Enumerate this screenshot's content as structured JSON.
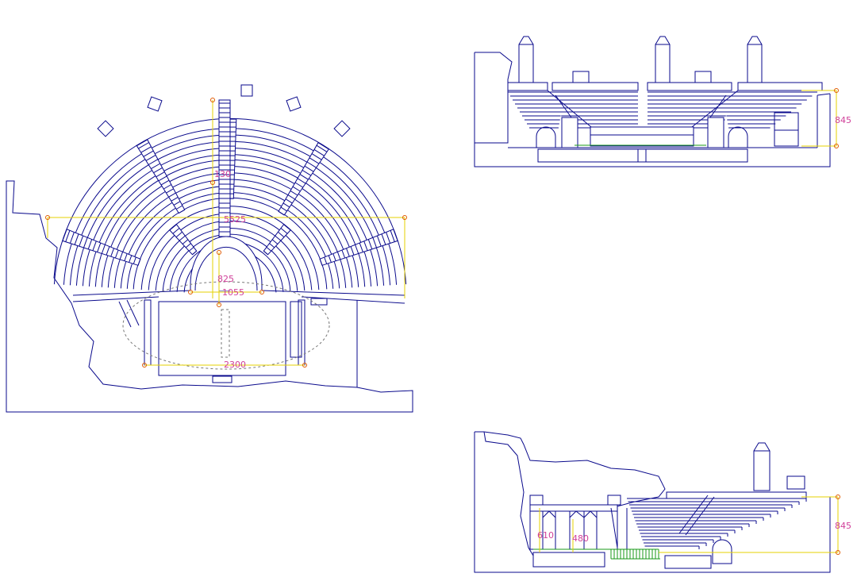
{
  "plan": {
    "dim_width_label": "5525",
    "dim_orchestra_label": "1055",
    "dim_depth_label": "825",
    "dim_scene_label": "2300",
    "dim_upper_label": "130"
  },
  "front_elevation": {
    "dim_height_label": "845"
  },
  "section": {
    "dim_height_label": "845",
    "dim_stage_label": "610",
    "dim_inner_label": "480"
  },
  "colors": {
    "lines": "#0a0a8c",
    "dimensions": "#e6d200",
    "dimension_text": "#d0409a",
    "ground": "#1a9a1a"
  }
}
